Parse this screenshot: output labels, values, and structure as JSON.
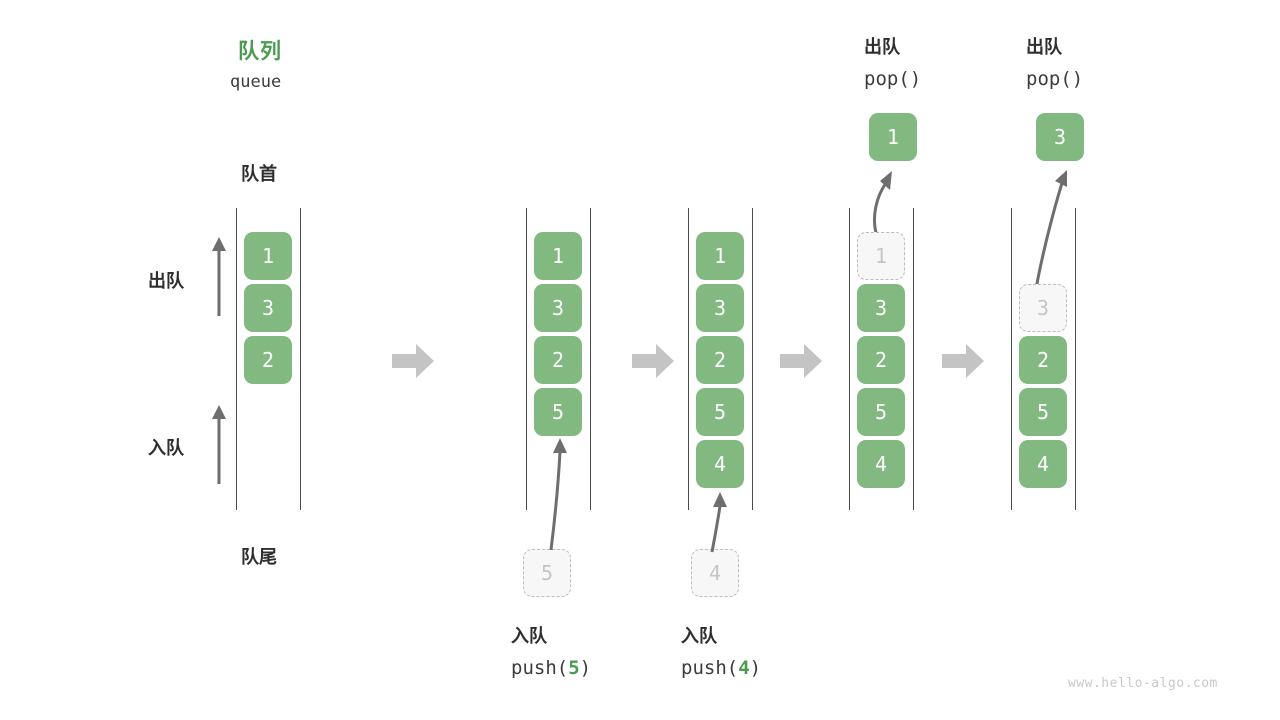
{
  "figure": {
    "title_cn": "队列",
    "title_code": "queue",
    "front_label": "队首",
    "rear_label": "队尾",
    "dequeue_label": "出队",
    "enqueue_label": "入队",
    "watermark": "www.hello-algo.com",
    "accent_green": "#82b981",
    "title_green": "#4a9c51",
    "ghost_gray": "#bdbdbd",
    "rail_gray": "#4a4a4a",
    "block_arrow_gray": "#c4c4c4"
  },
  "stages": [
    {
      "name": "initial-queue",
      "cells": [
        "1",
        "3",
        "2"
      ],
      "ghost_top": null,
      "ghost_bottom": null,
      "popped": null,
      "header_cn": null,
      "header_code": null,
      "footer_cn": null,
      "footer_code_prefix": null,
      "footer_code_num": null,
      "footer_code_suffix": null
    },
    {
      "name": "after-push-5",
      "cells": [
        "1",
        "3",
        "2",
        "5"
      ],
      "ghost_top": null,
      "ghost_bottom": "5",
      "popped": null,
      "header_cn": null,
      "header_code": null,
      "footer_cn": "入队",
      "footer_code_prefix": "push(",
      "footer_code_num": "5",
      "footer_code_suffix": ")"
    },
    {
      "name": "after-push-4",
      "cells": [
        "1",
        "3",
        "2",
        "5",
        "4"
      ],
      "ghost_top": null,
      "ghost_bottom": "4",
      "popped": null,
      "header_cn": null,
      "header_code": null,
      "footer_cn": "入队",
      "footer_code_prefix": "push(",
      "footer_code_num": "4",
      "footer_code_suffix": ")"
    },
    {
      "name": "after-pop-1",
      "cells": [
        "3",
        "2",
        "5",
        "4"
      ],
      "ghost_top": "1",
      "ghost_bottom": null,
      "popped": "1",
      "header_cn": "出队",
      "header_code": "pop()",
      "footer_cn": null,
      "footer_code_prefix": null,
      "footer_code_num": null,
      "footer_code_suffix": null
    },
    {
      "name": "after-pop-3",
      "cells": [
        "2",
        "5",
        "4"
      ],
      "ghost_top": "3",
      "ghost_bottom": null,
      "popped": "3",
      "header_cn": "出队",
      "header_code": "pop()",
      "footer_cn": null,
      "footer_code_prefix": null,
      "footer_code_num": null,
      "footer_code_suffix": null
    }
  ]
}
